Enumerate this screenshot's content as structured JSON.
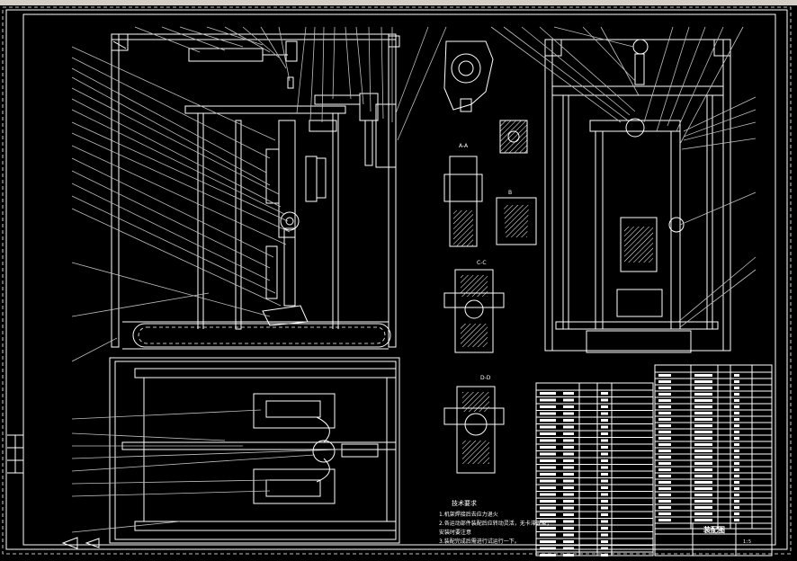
{
  "title_block": {
    "drawing_title": "装配图",
    "scale_label": "1:5"
  },
  "section_labels": {
    "view_a": "A-A",
    "view_b": "B",
    "view_c": "C-C",
    "view_d": "D-D"
  },
  "technical_requirements": {
    "heading": "技术要求",
    "items": [
      "1.机架焊接后去应力退火",
      "2.各运动部件装配后应转动灵活，无卡滞现象；",
      "安装时要注意",
      "3.装配完成后需进行试运行一下。"
    ]
  },
  "colors": {
    "background": "#000000",
    "line": "#ffffff",
    "titlebar": "#d4d0c8"
  }
}
